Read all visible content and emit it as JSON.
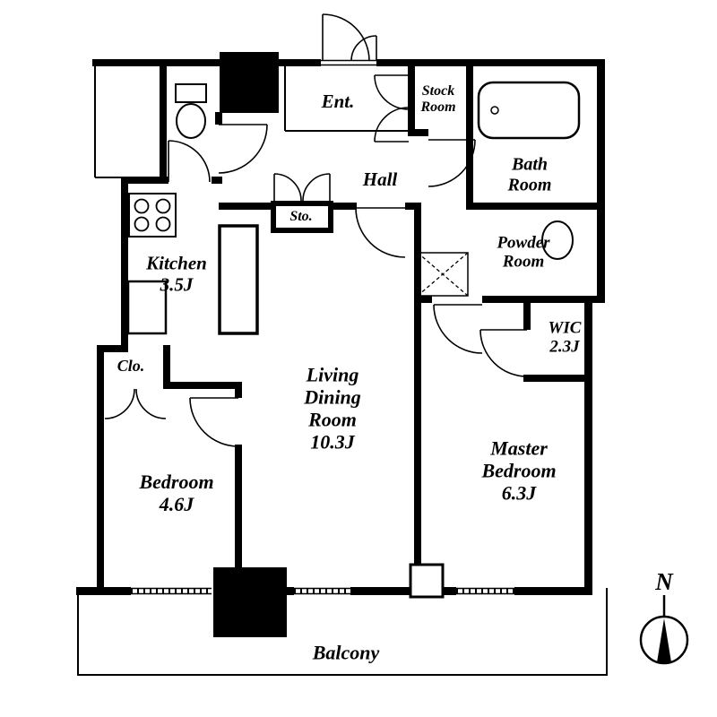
{
  "colors": {
    "wall": "#000000",
    "background": "#ffffff"
  },
  "rooms": {
    "entrance": "Ent.",
    "stock_room": "Stock\nRoom",
    "bath_room": "Bath\nRoom",
    "hall": "Hall",
    "storage": "Sto.",
    "powder_room": "Powder\nRoom",
    "kitchen": "Kitchen\n3.5J",
    "wic": "WIC\n2.3J",
    "closet": "Clo.",
    "living_dining": "Living\nDining\nRoom\n10.3J",
    "bedroom": "Bedroom\n4.6J",
    "master_bedroom": "Master\nBedroom\n6.3J",
    "balcony": "Balcony"
  },
  "compass": {
    "north_label": "N"
  },
  "icons": {
    "compass": "north-compass-icon",
    "toilet": "toilet-icon",
    "bathtub": "bathtub-icon",
    "stove": "stove-icon",
    "washbasin": "washbasin-icon",
    "washing_machine": "washing-machine-icon"
  }
}
